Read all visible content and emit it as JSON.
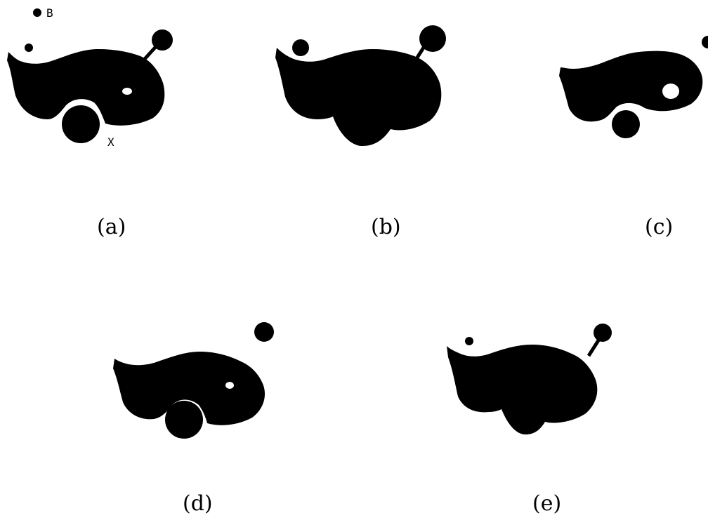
{
  "figure": {
    "ink_color": "#000000",
    "background_color": "#ffffff",
    "markers": {
      "b": "B",
      "x": "X"
    },
    "panels": [
      {
        "id": "a",
        "caption": "(a)"
      },
      {
        "id": "b",
        "caption": "(b)"
      },
      {
        "id": "c",
        "caption": "(c)"
      },
      {
        "id": "d",
        "caption": "(d)"
      },
      {
        "id": "e",
        "caption": "(e)"
      }
    ]
  }
}
